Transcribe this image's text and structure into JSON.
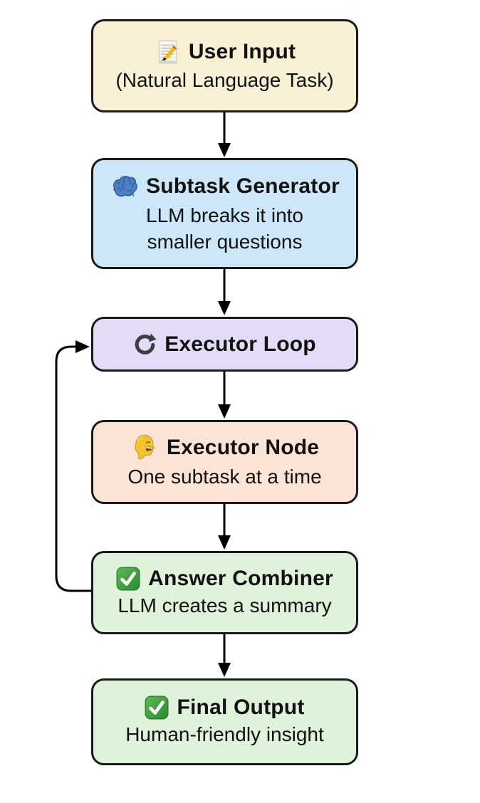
{
  "diagram_type": "flowchart",
  "background_color": "#ffffff",
  "arrow_color": "#000000",
  "node_border_color": "#1a1a1a",
  "nodes": [
    {
      "id": "user-input",
      "icon": "memo-icon",
      "title": "User Input",
      "subtitle": "(Natural Language Task)",
      "bg_color": "#faf0d5"
    },
    {
      "id": "subtask-generator",
      "icon": "brain-icon",
      "title": "Subtask Generator",
      "subtitle": "LLM breaks it into smaller questions",
      "bg_color": "#cde6f8"
    },
    {
      "id": "executor-loop",
      "icon": "refresh-loop-icon",
      "title": "Executor Loop",
      "subtitle": "",
      "bg_color": "#e4dcf6"
    },
    {
      "id": "executor-node",
      "icon": "speaking-head-icon",
      "title": "Executor Node",
      "subtitle": "One subtask at a time",
      "bg_color": "#fbe4d5"
    },
    {
      "id": "answer-combiner",
      "icon": "check-mark-icon",
      "title": "Answer Combiner",
      "subtitle": "LLM creates a summary",
      "bg_color": "#dff2da"
    },
    {
      "id": "final-output",
      "icon": "check-mark-icon",
      "title": "Final Output",
      "subtitle": "Human-friendly insight",
      "bg_color": "#dff2da"
    }
  ],
  "edges": [
    {
      "from": "user-input",
      "to": "subtask-generator",
      "style": "straight-down"
    },
    {
      "from": "subtask-generator",
      "to": "executor-loop",
      "style": "straight-down"
    },
    {
      "from": "executor-loop",
      "to": "executor-node",
      "style": "straight-down"
    },
    {
      "from": "executor-node",
      "to": "answer-combiner",
      "style": "straight-down"
    },
    {
      "from": "answer-combiner",
      "to": "final-output",
      "style": "straight-down"
    },
    {
      "from": "answer-combiner",
      "to": "executor-loop",
      "style": "loop-back-left"
    }
  ]
}
